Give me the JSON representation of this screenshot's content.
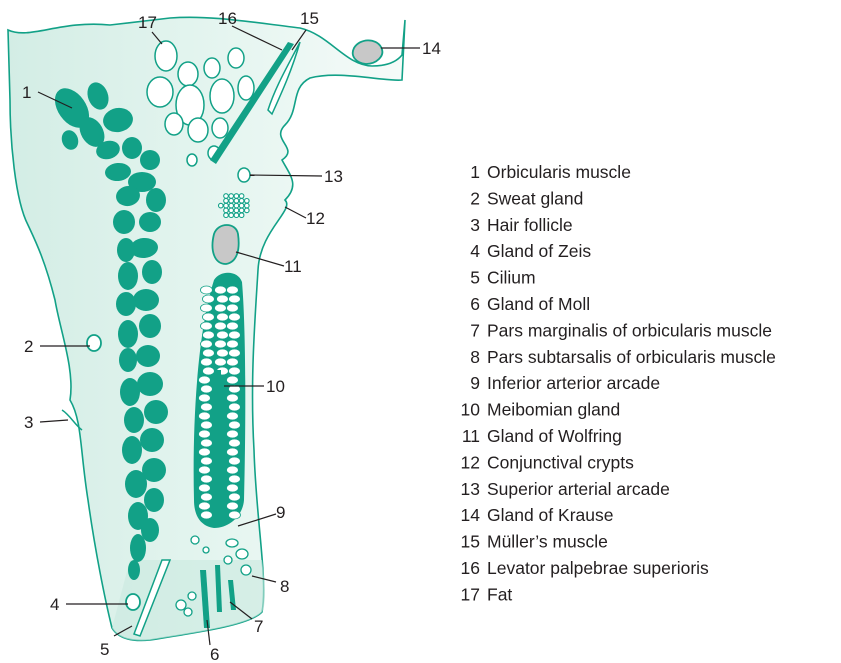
{
  "colors": {
    "muscle": "#12a187",
    "outline": "#12a187",
    "tissue_light": "#e3f4ef",
    "gland_gray": "#c8c8c8",
    "text": "#231f20"
  },
  "callouts": [
    {
      "num": "1"
    },
    {
      "num": "2"
    },
    {
      "num": "3"
    },
    {
      "num": "4"
    },
    {
      "num": "5"
    },
    {
      "num": "6"
    },
    {
      "num": "7"
    },
    {
      "num": "8"
    },
    {
      "num": "9"
    },
    {
      "num": "10"
    },
    {
      "num": "11"
    },
    {
      "num": "12"
    },
    {
      "num": "13"
    },
    {
      "num": "14"
    },
    {
      "num": "15"
    },
    {
      "num": "16"
    },
    {
      "num": "17"
    }
  ],
  "legend": [
    {
      "num": "1",
      "label": "Orbicularis muscle"
    },
    {
      "num": "2",
      "label": "Sweat gland"
    },
    {
      "num": "3",
      "label": "Hair follicle"
    },
    {
      "num": "4",
      "label": "Gland of Zeis"
    },
    {
      "num": "5",
      "label": "Cilium"
    },
    {
      "num": "6",
      "label": "Gland of Moll"
    },
    {
      "num": "7",
      "label": "Pars marginalis of orbicularis muscle"
    },
    {
      "num": "8",
      "label": "Pars subtarsalis of orbicularis muscle"
    },
    {
      "num": "9",
      "label": "Inferior arterior arcade"
    },
    {
      "num": "10",
      "label": "Meibomian gland"
    },
    {
      "num": "11",
      "label": "Gland of Wolfring"
    },
    {
      "num": "12",
      "label": "Conjunctival crypts"
    },
    {
      "num": "13",
      "label": "Superior arterial arcade"
    },
    {
      "num": "14",
      "label": "Gland of Krause"
    },
    {
      "num": "15",
      "label": "Müller’s muscle"
    },
    {
      "num": "16",
      "label": "Levator palpebrae superioris"
    },
    {
      "num": "17",
      "label": "Fat"
    }
  ]
}
